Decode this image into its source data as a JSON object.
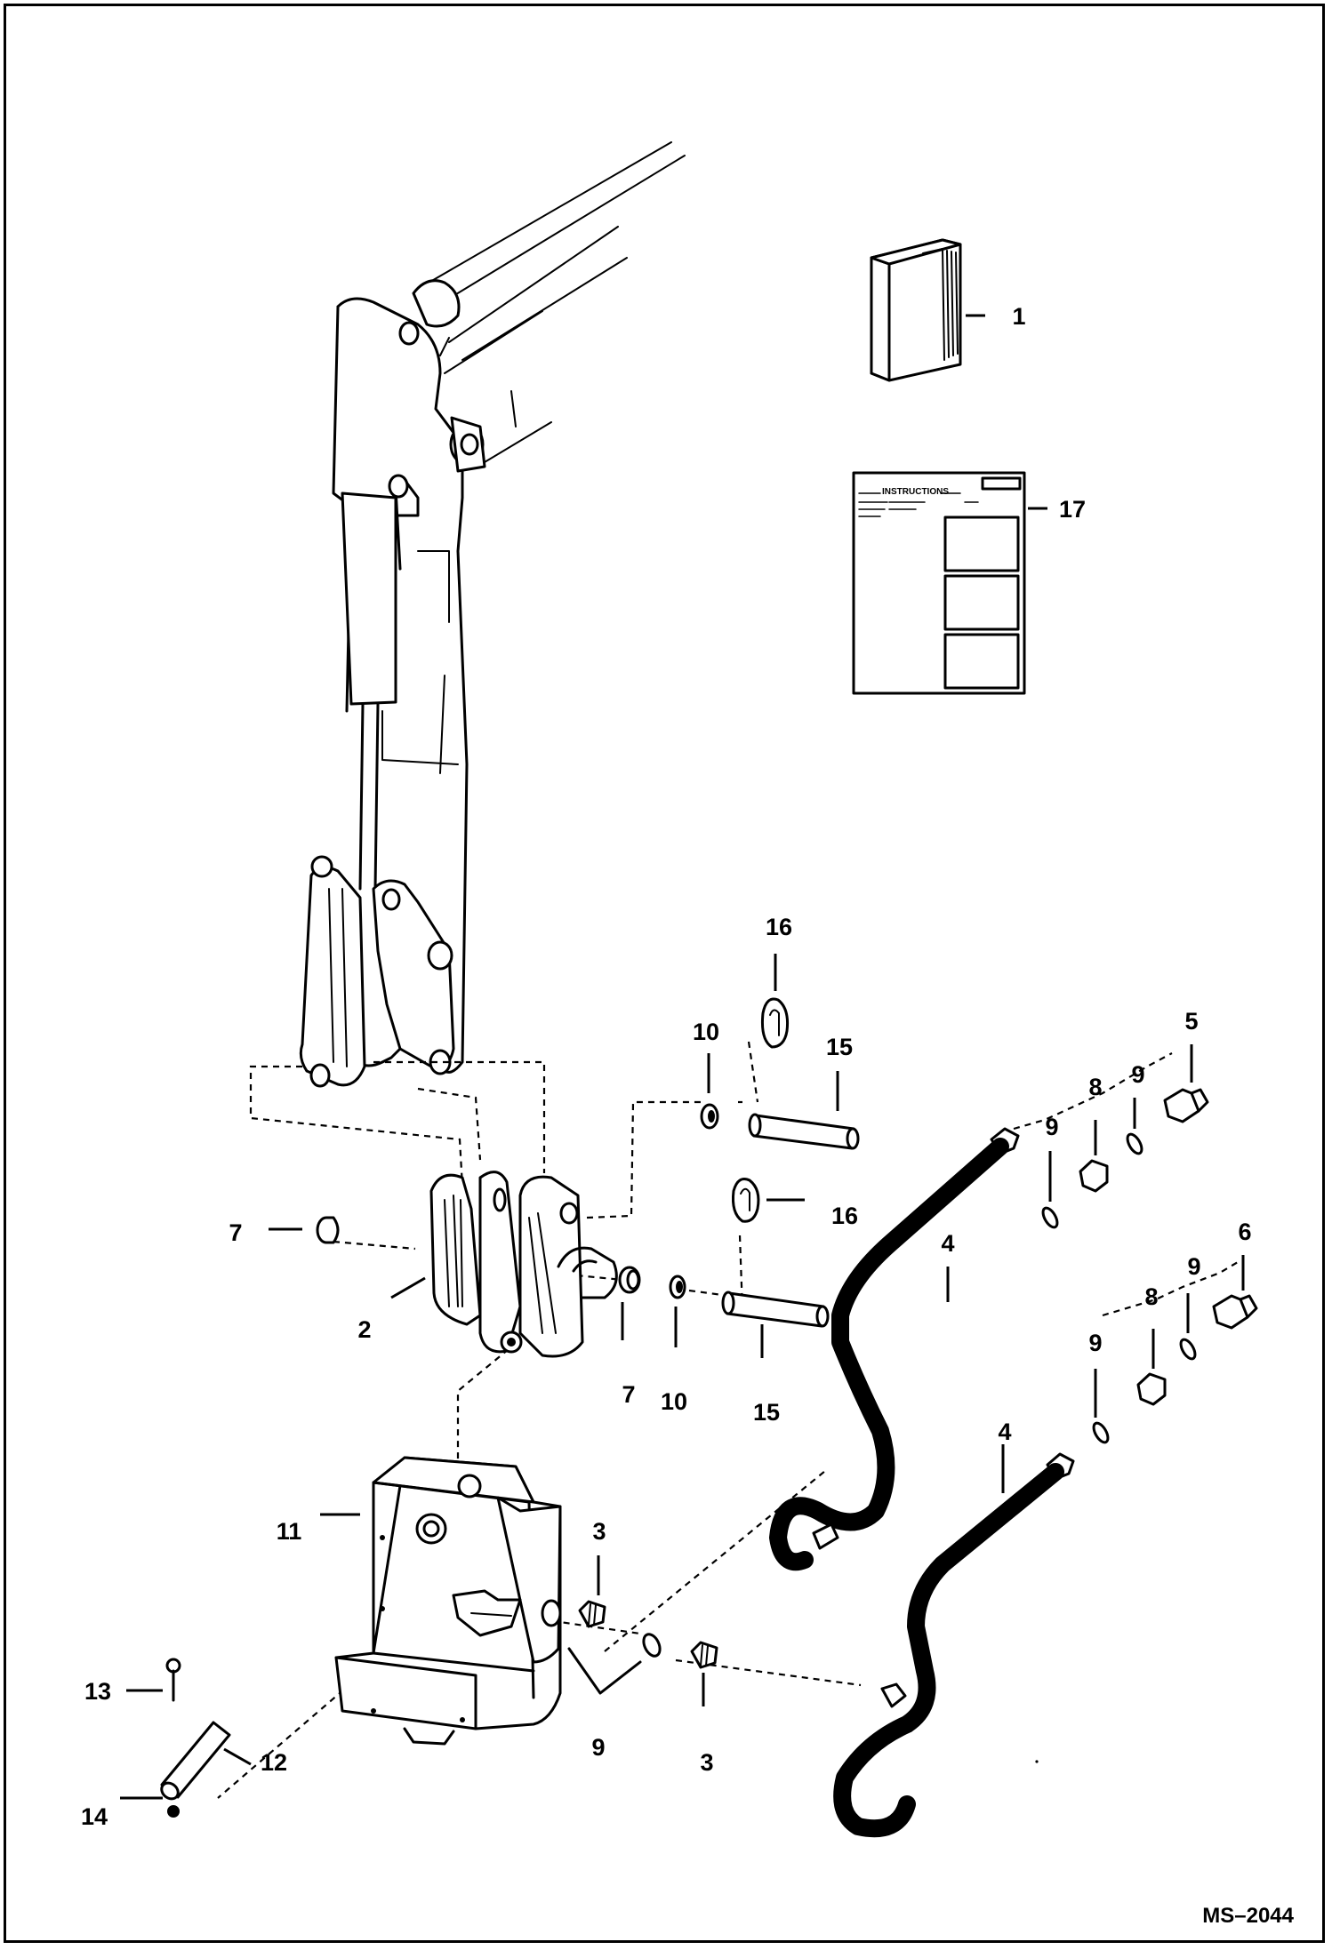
{
  "drawing_code": "MS–2044",
  "callouts": [
    {
      "id": "c1",
      "label": "1"
    },
    {
      "id": "c17",
      "label": "17"
    },
    {
      "id": "c16a",
      "label": "16"
    },
    {
      "id": "c10a",
      "label": "10"
    },
    {
      "id": "c15a",
      "label": "15"
    },
    {
      "id": "c5",
      "label": "5"
    },
    {
      "id": "c9a",
      "label": "9"
    },
    {
      "id": "c8a",
      "label": "8"
    },
    {
      "id": "c9b",
      "label": "9"
    },
    {
      "id": "c7a",
      "label": "7"
    },
    {
      "id": "c16b",
      "label": "16"
    },
    {
      "id": "c4a",
      "label": "4"
    },
    {
      "id": "c6",
      "label": "6"
    },
    {
      "id": "c9c",
      "label": "9"
    },
    {
      "id": "c2",
      "label": "2"
    },
    {
      "id": "c8b",
      "label": "8"
    },
    {
      "id": "c7b",
      "label": "7"
    },
    {
      "id": "c10b",
      "label": "10"
    },
    {
      "id": "c15b",
      "label": "15"
    },
    {
      "id": "c9d",
      "label": "9"
    },
    {
      "id": "c4b",
      "label": "4"
    },
    {
      "id": "c11",
      "label": "11"
    },
    {
      "id": "c3a",
      "label": "3"
    },
    {
      "id": "c13",
      "label": "13"
    },
    {
      "id": "c12",
      "label": "12"
    },
    {
      "id": "c9e",
      "label": "9"
    },
    {
      "id": "c3b",
      "label": "3"
    },
    {
      "id": "c14",
      "label": "14"
    }
  ],
  "manual_sheet": {
    "header_title": "INSTRUCTIONS"
  }
}
